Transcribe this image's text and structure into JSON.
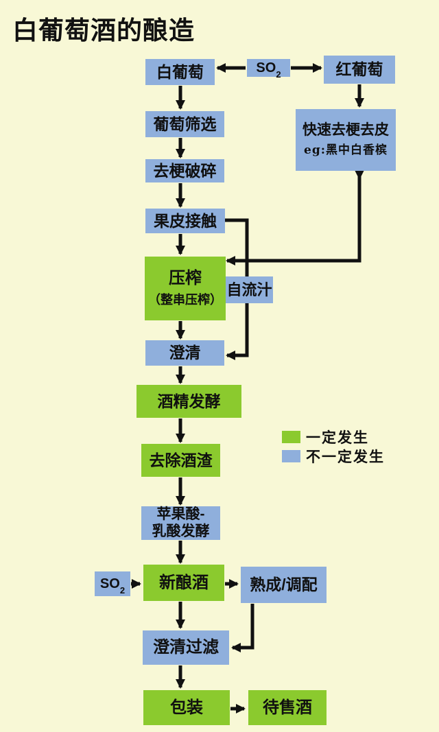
{
  "title": "白葡萄酒的酿造",
  "colors": {
    "background": "#f8f8d6",
    "certain_green": "#8bca2e",
    "optional_blue": "#8fafdc",
    "line_black": "#111111"
  },
  "legend": {
    "items": [
      {
        "label": "一定发生",
        "type": "certain-green"
      },
      {
        "label": "不一定发生",
        "type": "optional-blue"
      }
    ]
  },
  "nodes": {
    "white_grape": {
      "label": "白葡萄"
    },
    "so2_top": {
      "base": "SO",
      "sub": "2"
    },
    "red_grape": {
      "label": "红葡萄"
    },
    "grape_sorting": {
      "label": "葡萄筛选"
    },
    "quick_destem": {
      "label": "快速去梗去皮",
      "subtitle": "eg:黑中白香槟"
    },
    "destem_crush": {
      "label": "去梗破碎"
    },
    "skin_contact": {
      "label": "果皮接触"
    },
    "pressing": {
      "label": "压榨",
      "subtitle": "（整串压榨）"
    },
    "free_run_juice": {
      "label": "自流汁"
    },
    "clarification": {
      "label": "澄清"
    },
    "alcohol_fermentation": {
      "label": "酒精发酵"
    },
    "lees_removal": {
      "label": "去除酒渣"
    },
    "malolactic": {
      "line1": "苹果酸-",
      "line2": "乳酸发酵"
    },
    "so2_bottom": {
      "base": "SO",
      "sub": "2"
    },
    "new_wine": {
      "label": "新酿酒"
    },
    "maturation_blend": {
      "label": "熟成/调配"
    },
    "clarify_filter": {
      "label": "澄清过滤"
    },
    "packaging": {
      "label": "包装"
    },
    "wine_for_sale": {
      "label": "待售酒"
    }
  }
}
